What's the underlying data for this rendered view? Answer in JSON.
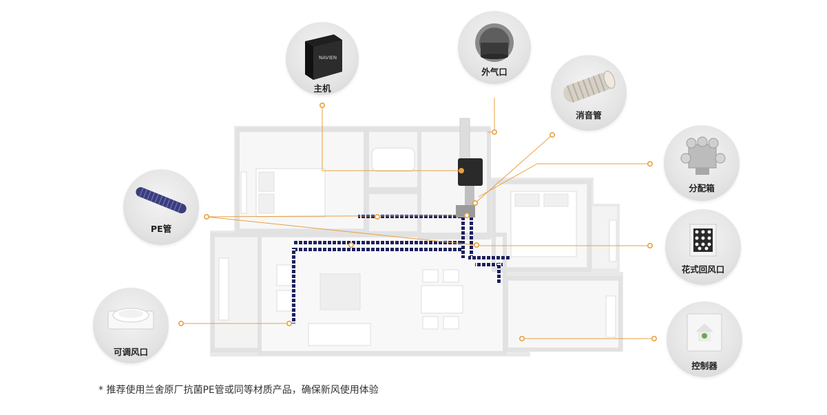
{
  "labels": {
    "host": "主机",
    "outdoor_vent": "外气口",
    "muffler": "消音管",
    "distributor": "分配箱",
    "pe_pipe": "PE管",
    "return_vent": "花式回风口",
    "adjustable_vent": "可调风口",
    "controller": "控制器",
    "host_brand": "NAVIEN"
  },
  "footnote": "* 推荐使用兰舍原厂抗菌PE管或同等材质产品，确保新风使用体验",
  "colors": {
    "leader_line": "#e8a040",
    "duct": "#1c2060",
    "wall": "#f2f2f2"
  }
}
